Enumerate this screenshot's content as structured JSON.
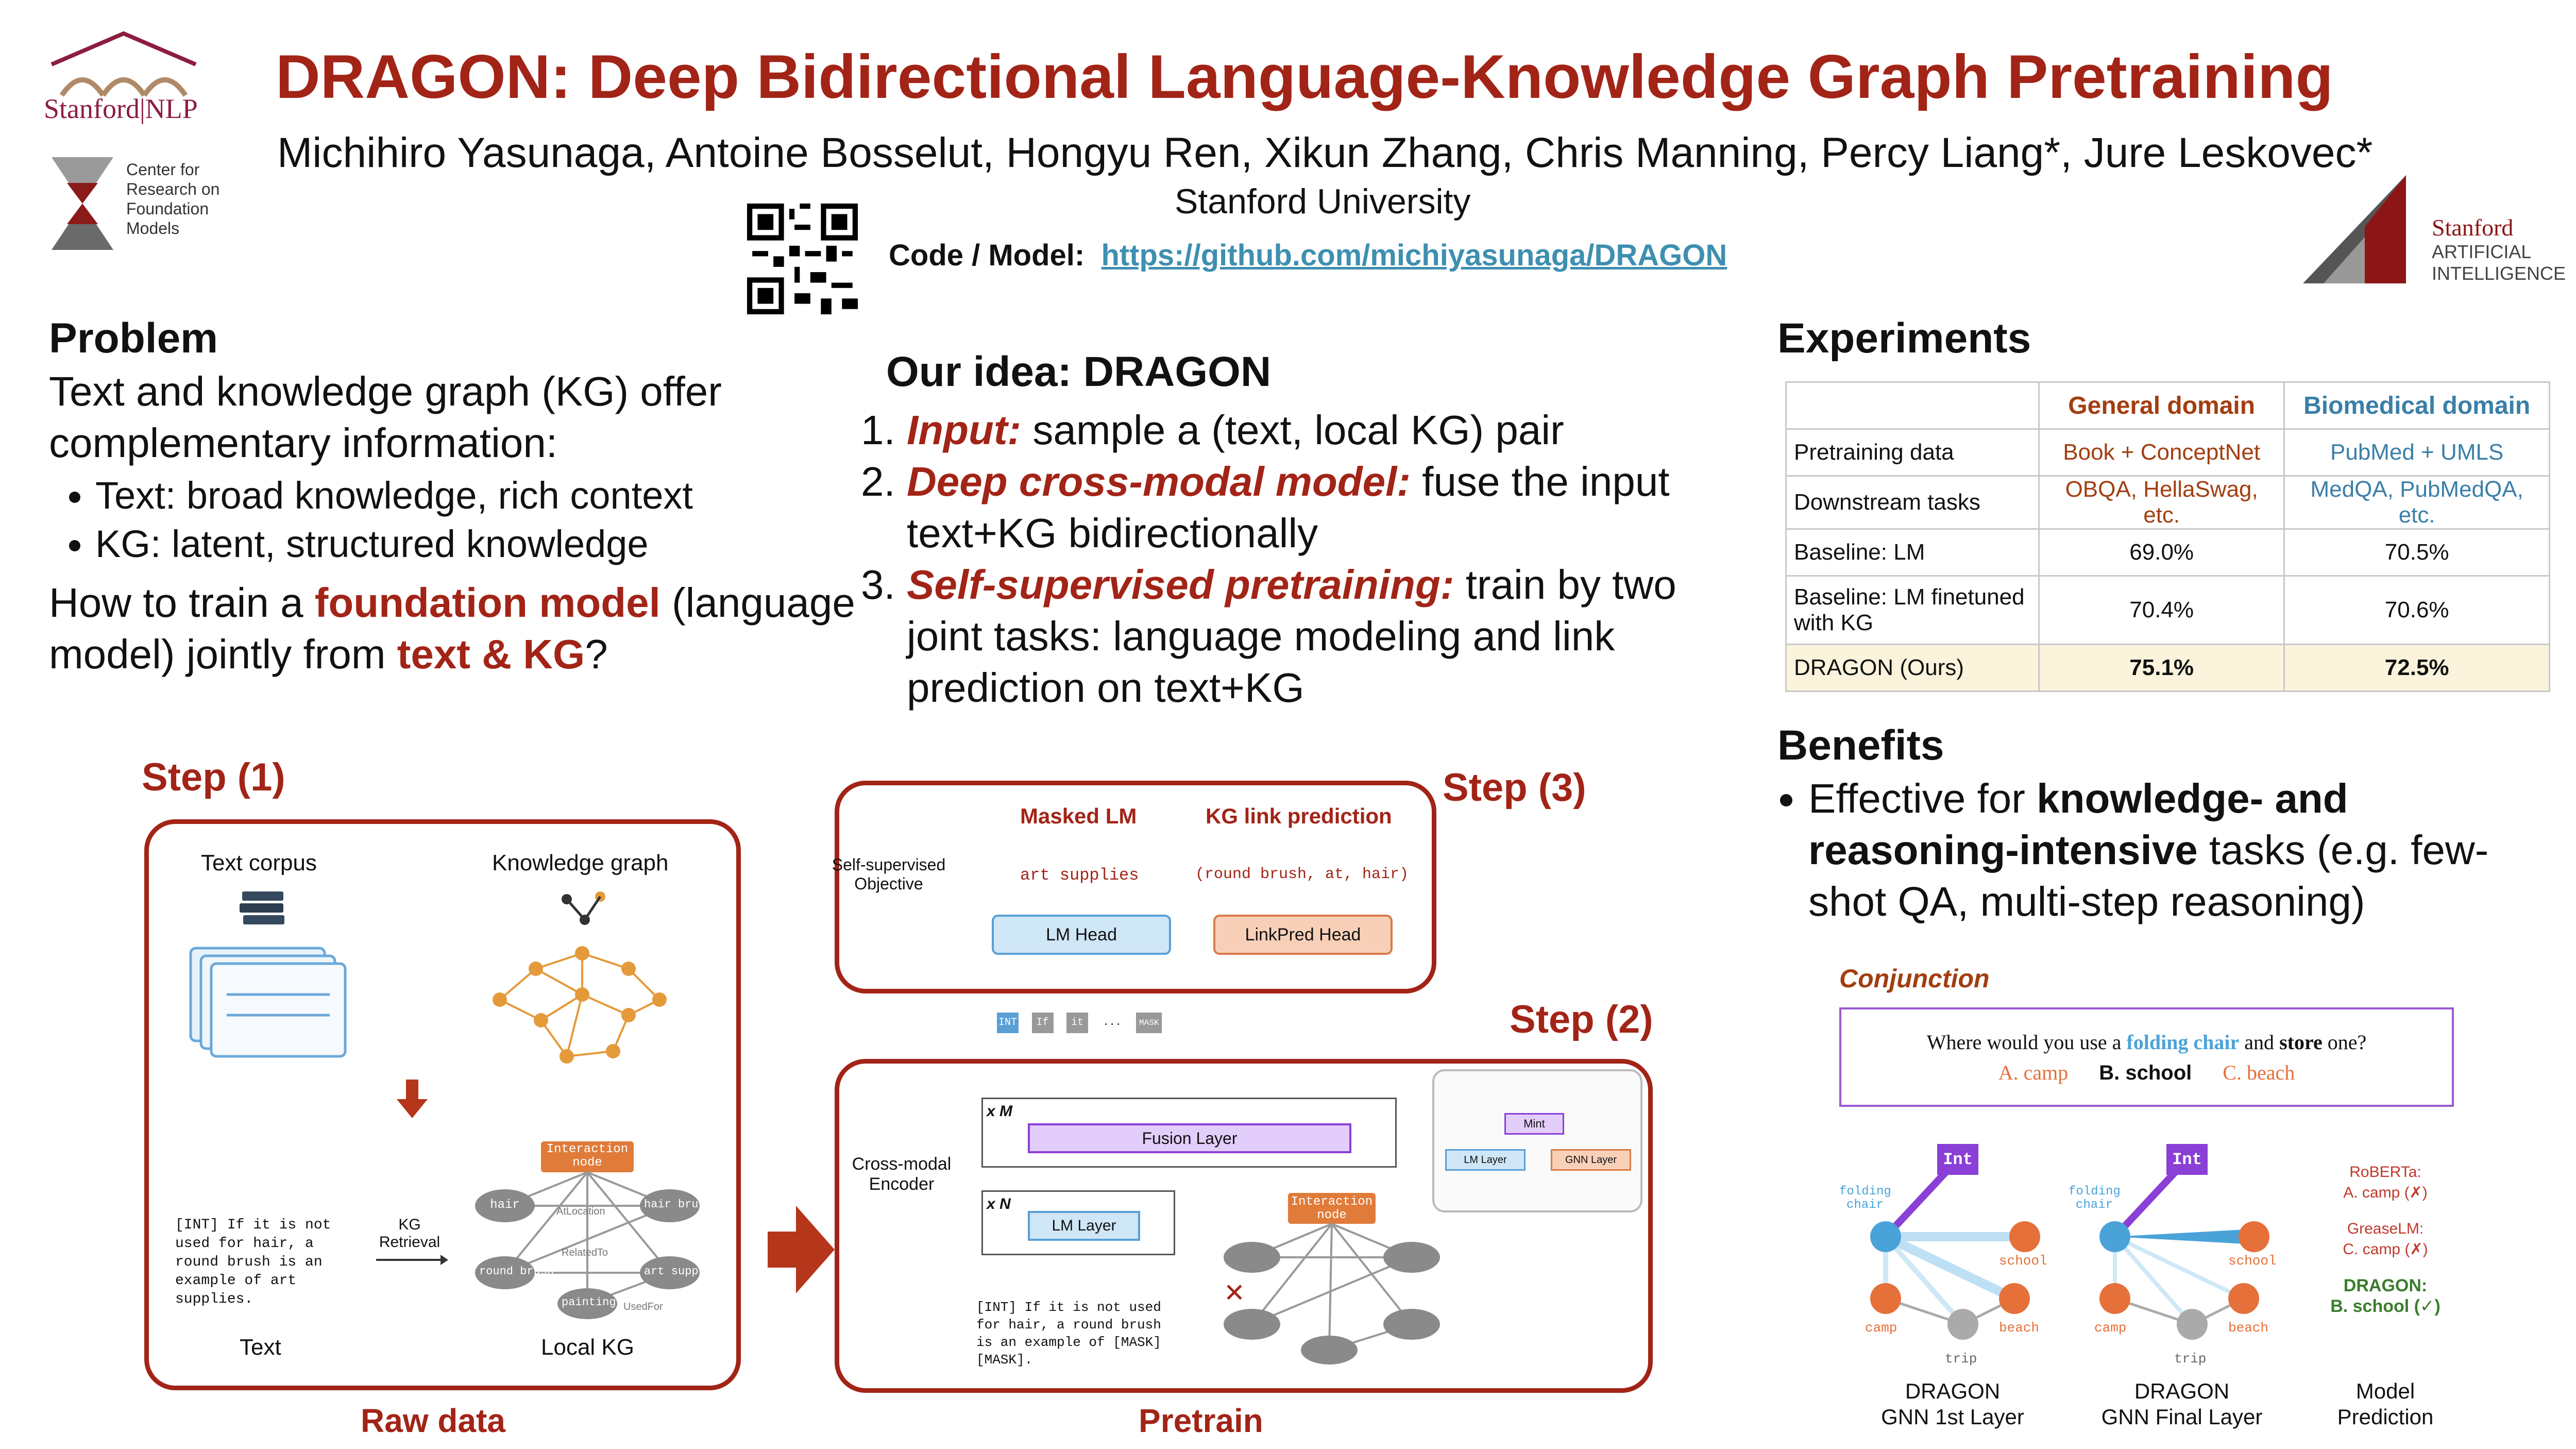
{
  "header": {
    "title": "DRAGON: Deep Bidirectional Language-Knowledge Graph Pretraining",
    "authors": "Michihiro Yasunaga, Antoine Bosselut, Hongyu Ren, Xikun Zhang, Chris Manning, Percy Liang*, Jure Leskovec*",
    "affiliation": "Stanford University",
    "code_label": "Code / Model:",
    "code_url": "https://github.com/michiyasunaga/DRAGON"
  },
  "logos": {
    "stanford_nlp": "Stanford|NLP",
    "crfm": [
      "Center for",
      "Research on",
      "Foundation",
      "Models"
    ],
    "sail": [
      "Stanford",
      "ARTIFICIAL",
      "INTELLIGENCE"
    ],
    "qr_icon": "qr-code-icon"
  },
  "problem": {
    "heading": "Problem",
    "intro": "Text and knowledge graph (KG) offer complementary information:",
    "bullets": [
      "Text: broad knowledge, rich context",
      "KG: latent, structured knowledge"
    ],
    "question_pre": "How to train a ",
    "question_hl1": "foundation model",
    "question_mid": " (language model) jointly from ",
    "question_hl2": "text & KG",
    "question_end": "?"
  },
  "idea": {
    "heading": "Our idea: DRAGON",
    "items": [
      {
        "hl": "Input:",
        "text": " sample a (text, local KG) pair"
      },
      {
        "hl": "Deep cross-modal model:",
        "text": " fuse the input text+KG bidirectionally"
      },
      {
        "hl": "Self-supervised pretraining:",
        "text": " train by two joint tasks: language modeling and link prediction on text+KG"
      }
    ]
  },
  "experiments": {
    "heading": "Experiments",
    "columns": [
      "",
      "General domain",
      "Biomedical domain"
    ],
    "rows": [
      [
        "Pretraining data",
        "Book + ConceptNet",
        "PubMed + UMLS"
      ],
      [
        "Downstream tasks",
        "OBQA, HellaSwag, etc.",
        "MedQA, PubMedQA, etc."
      ],
      [
        "Baseline: LM",
        "69.0%",
        "70.5%"
      ],
      [
        "Baseline: LM finetuned with KG",
        "70.4%",
        "70.6%"
      ],
      [
        "DRAGON (Ours)",
        "75.1%",
        "72.5%"
      ]
    ]
  },
  "benefits": {
    "heading": "Benefits",
    "pre": "Effective for ",
    "bold": "knowledge- and reasoning-intensive",
    "post": " tasks (e.g. few-shot QA, multi-step reasoning)"
  },
  "steps": {
    "step1": "Step (1)",
    "step2": "Step (2)",
    "step3": "Step (3)",
    "raw_data": "Raw data",
    "pretrain": "Pretrain"
  },
  "diagram1": {
    "text_corpus": "Text corpus",
    "knowledge_graph": "Knowledge graph",
    "kg_retrieval": "KG Retrieval",
    "text": "Text",
    "local_kg": "Local KG",
    "sample_text": "[INT] If it is not used for hair, a round brush is an example of art supplies.",
    "interaction_node": "Interaction node",
    "nodes": [
      "hair",
      "hair brush",
      "round brush",
      "art supply",
      "painting"
    ],
    "edges": [
      "AtLocation",
      "RelatedTo",
      "UsedFor"
    ]
  },
  "diagram2": {
    "objective_label": "Self-supervised Objective",
    "masked_lm": "Masked LM",
    "kg_link": "KG link prediction",
    "masked_out": "art supplies",
    "link_out": "(round brush, at, hair)",
    "lm_head": "LM Head",
    "linkpred_head": "LinkPred Head",
    "encoder_label": "Cross-modal Encoder",
    "xm": "x M",
    "xn": "x N",
    "fusion_layer": "Fusion Layer",
    "lm_layer": "LM Layer",
    "tokens": [
      "INT",
      "If",
      "it",
      "...",
      "MASK"
    ],
    "masked_text": "[INT] If it is not used for hair, a round brush is an example of [MASK] [MASK].",
    "zoom_mint": "Mint",
    "zoom_lm": "LM Layer",
    "zoom_gnn": "GNN Layer"
  },
  "conjunction": {
    "label": "Conjunction",
    "question_pre": "Where would you use a ",
    "question_hl": "folding chair",
    "question_mid": " and ",
    "question_bold": "store",
    "question_end": " one?",
    "options": [
      "A. camp",
      "B. school",
      "C. beach"
    ],
    "graph_nodes": [
      "Int",
      "folding chair",
      "school",
      "camp",
      "beach",
      "trip"
    ],
    "cap1": [
      "DRAGON",
      "GNN 1st Layer"
    ],
    "cap2": [
      "DRAGON",
      "GNN Final Layer"
    ],
    "cap3": [
      "Model",
      "Prediction"
    ],
    "pred_roberta": "RoBERTa:",
    "pred_roberta_ans": "A. camp (✗)",
    "pred_grease": "GreaseLM:",
    "pred_grease_ans": "C. camp (✗)",
    "pred_dragon": "DRAGON:",
    "pred_dragon_ans": "B. school (✓)"
  },
  "colors": {
    "accent": "#a22417",
    "link": "#3e8fb0",
    "kg_orange": "#e59a3a",
    "purple": "#8a3fd6"
  }
}
